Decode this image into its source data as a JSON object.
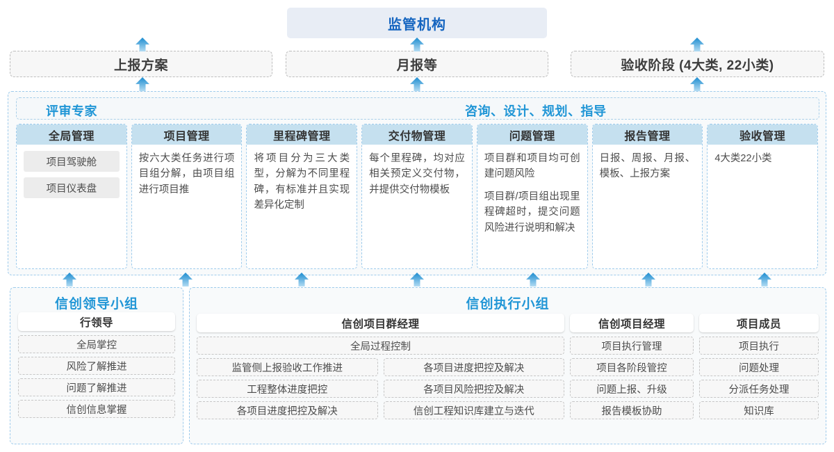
{
  "top": {
    "regulator": "监管机构",
    "reports": [
      {
        "label": "上报方案"
      },
      {
        "label": "月报等"
      },
      {
        "label": "验收阶段 (4大类, 22小类)"
      }
    ]
  },
  "middle": {
    "label_left": "评审专家",
    "label_mid": "咨询、设计、规划、指导",
    "columns": [
      {
        "title": "全局管理",
        "chips": [
          "项目驾驶舱",
          "项目仪表盘"
        ],
        "paragraphs": []
      },
      {
        "title": "项目管理",
        "chips": [],
        "paragraphs": [
          "按六大类任务进行项目组分解，由项目组进行项目推"
        ]
      },
      {
        "title": "里程碑管理",
        "chips": [],
        "paragraphs": [
          "将项目分为三大类型，分解为不同里程碑，有标准并且实现差异化定制"
        ]
      },
      {
        "title": "交付物管理",
        "chips": [],
        "paragraphs": [
          "每个里程碑，均对应相关预定义交付物，并提供交付物模板"
        ]
      },
      {
        "title": "问题管理",
        "chips": [],
        "paragraphs": [
          "项目群和项目均可创建问题风险",
          "项目群/项目组出现里程碑超时，提交问题风险进行说明和解决"
        ]
      },
      {
        "title": "报告管理",
        "chips": [],
        "paragraphs": [
          "日报、周报、月报、模板、上报方案"
        ]
      },
      {
        "title": "验收管理",
        "chips": [],
        "paragraphs": [
          "4大类22小类"
        ]
      }
    ]
  },
  "bottom": {
    "left_group": {
      "title": "信创领导小组",
      "role": "行领导",
      "items": [
        "全局掌控",
        "风险了解推进",
        "问题了解推进",
        "信创信息掌握"
      ]
    },
    "right_group": {
      "title": "信创执行小组",
      "program_manager": {
        "role": "信创项目群经理",
        "full_item": "全局过程控制",
        "left_items": [
          "监管侧上报验收工作推进",
          "工程整体进度把控",
          "各项目进度把控及解决"
        ],
        "right_items": [
          "各项目进度把控及解决",
          "各项目风险把控及解决",
          "信创工程知识库建立与迭代"
        ]
      },
      "project_manager": {
        "role": "信创项目经理",
        "items": [
          "项目执行管理",
          "项目各阶段管控",
          "问题上报、升级",
          "报告模板协助"
        ]
      },
      "members": {
        "role": "项目成员",
        "items": [
          "项目执行",
          "问题处理",
          "分派任务处理",
          "知识库"
        ]
      }
    }
  },
  "arrows": {
    "row1": [
      205,
      600,
      1003
    ],
    "row2": [
      100,
      267,
      433,
      600,
      767,
      933,
      1100
    ]
  },
  "colors": {
    "accent": "#2196d6",
    "regulator_bg": "#e8edf5",
    "regulator_text": "#1565c0",
    "column_head_bg": "#c5e0ef",
    "arrow_top": "#1c8cd0",
    "arrow_bottom": "#a8d8f0",
    "dashed_grey": "#bdbdbd",
    "dashed_blue": "#9ecbec"
  }
}
